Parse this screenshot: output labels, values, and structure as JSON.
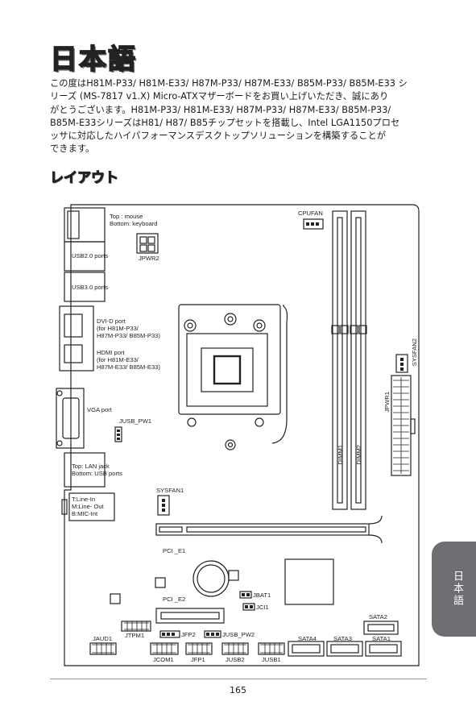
{
  "page": {
    "title": "日本語",
    "intro_lines": [
      "この度はH81M-P33/ H81M-E33/ H87M-P33/ H87M-E33/ B85M-P33/ B85M-E33 シ",
      "リーズ (MS-7817 v1.X) Micro-ATXマザーボードをお買い上げいただき、誠にあり",
      "がとうございます。H81M-P33/ H81M-E33/ H87M-P33/ H87M-E33/ B85M-P33/",
      "B85M-E33シリーズはH81/ H87/ B85チップセットを搭載し、Intel LGA1150プロセ",
      "ッサに対応したハイパフォーマンスデスクトップソリューションを構築することが",
      "できます。"
    ],
    "section_heading": "レイアウト",
    "side_tab": "日本語",
    "page_number": "165"
  },
  "layout_labels": {
    "top_mouse": "Top : mouse",
    "bottom_keyboard": "Bottom: keyboard",
    "jpwr2": "JPWR2",
    "usb20": "USB2.0 ports",
    "usb30": "USB3.0 ports",
    "dvi1": "DVI-D port",
    "dvi2": "(for H81M-P33/",
    "dvi3": "H87M-P33/ B85M-P33)",
    "hdmi1": "HDMI port",
    "hdmi2": "(for H81M-E33/",
    "hdmi3": "H87M-E33/ B85M-E33)",
    "vga": "VGA port",
    "jusb_pw1": "JUSB_PW1",
    "lan_top": "Top: LAN jack",
    "lan_bottom": "Bottom: USB ports",
    "audio1": "T:Line-In",
    "audio2": "M:Line- Out",
    "audio3": "B:MIC-Int",
    "cpufan": "CPUFAN",
    "sysfan2": "SYSFAN2",
    "jpwr1": "JPWR1",
    "dimm1": "DIMM1",
    "dimm2": "DIMM2",
    "sysfan1": "SYSFAN1",
    "pci_e1": "PCI _E1",
    "pci_e2": "PCI _E2",
    "jbat1": "JBAT1",
    "jci1": "JCI1",
    "sata2": "SATA2",
    "jaud1": "JAUD1",
    "jtpm1": "JTPM1",
    "jfp2": "JFP2",
    "jusb_pw2": "JUSB_PW2",
    "sata4": "SATA4",
    "sata3": "SATA3",
    "sata1": "SATA1",
    "jcom1": "JCOM1",
    "jfp1": "JFP1",
    "jusb2": "JUSB2",
    "jusb1": "JUSB1"
  }
}
